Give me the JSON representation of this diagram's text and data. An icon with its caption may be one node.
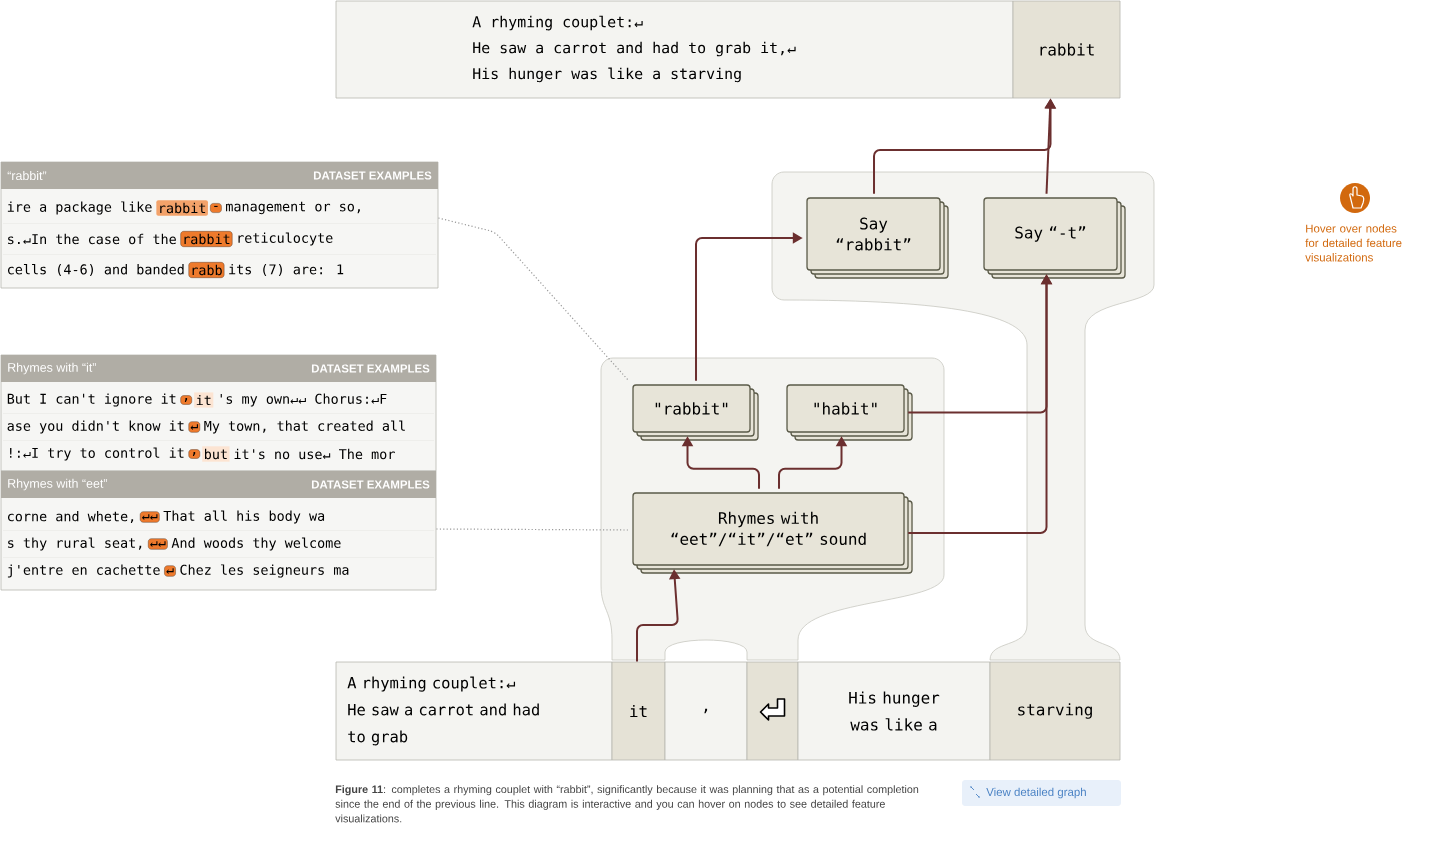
{
  "diagram": {
    "caption": "**Figure 11**: completes a rhyming couplet with “rabbit”, significantly because it was planning that as a potential completion since the end of the previous line.  This diagram is interactive and you can hover on nodes to see detailed feature visualizations.",
    "nodes": [
      {
        "text": [
          "A rhyming couplet:↵",
          "He saw a carrot and had to grab it,↵",
          "His hunger was like a starving"
        ]
      },
      {
        "text": [
          "rabbit"
        ]
      },
      {
        "text": [
          "“rabbit”",
          "DATASET EXAMPLES",
          "ire a package like",
          "rabbit",
          "-",
          "management or so,",
          "s.↵In the case of the",
          "rabbit",
          "reticulocyte",
          "cells (4-6) and banded",
          "rabb",
          "its (7) are: 1"
        ]
      },
      {
        "text": [
          "Rhymes with “it”",
          "DATASET EXAMPLES",
          "But I can't ignore it",
          ",",
          "it",
          "'s my own↵↵ Chorus:↵F",
          "ase you didn't know it",
          "↵",
          "My town, that created all",
          "!:↵I try to control it",
          ",",
          "but",
          "it's no use↵ The mor"
        ]
      },
      {
        "text": [
          "Rhymes with “eet”",
          "DATASET EXAMPLES",
          "corne and whete,",
          "↵↵",
          "That all his body wa",
          "s thy rural seat,",
          "↵↵",
          "And woods thy welcome",
          "j'entre en cachette",
          "↵",
          "Chez les seigneurs ma"
        ]
      },
      {
        "text": [],
        "shape": "box"
      },
      {
        "text": [
          "Say “rabbit”"
        ],
        "in": 5
      },
      {
        "text": [
          "Say “-t”"
        ],
        "in": 5
      },
      {
        "text": [],
        "shape": "box"
      },
      {
        "text": [
          "\"rabbit\""
        ],
        "in": 8
      },
      {
        "text": [
          "\"habit\""
        ],
        "in": 8
      },
      {
        "text": [
          "Rhymes with “eet”/“it”/“et” sound"
        ],
        "in": 8
      },
      {
        "text": [
          "A rhyming couplet:↵",
          "He saw a carrot and had to grab"
        ]
      },
      {
        "text": [
          "it"
        ]
      },
      {
        "text": [
          ","
        ]
      },
      {
        "text": [],
        "shape": "box"
      },
      {
        "text": [
          "His hunger was like a"
        ]
      },
      {
        "text": [
          "starving"
        ]
      }
    ],
    "edges": [
      {
        "from": 6,
        "to": 1,
        "arrow": "to"
      },
      {
        "from": 7,
        "to": 1,
        "arrow": "to"
      },
      {
        "from": 9,
        "to": 6,
        "arrow": "to"
      },
      {
        "from": 10,
        "to": 7,
        "arrow": "to"
      },
      {
        "from": 11,
        "to": 7,
        "arrow": "to"
      },
      {
        "from": 11,
        "to": 9,
        "arrow": "to"
      },
      {
        "from": 11,
        "to": 10,
        "arrow": "to"
      },
      {
        "from": 13,
        "to": 11,
        "arrow": "to"
      },
      {
        "from": 2,
        "to": 9,
        "arrow": "none",
        "style": "dashed",
        "color": "#9a9a9a"
      },
      {
        "from": 4,
        "to": 11,
        "arrow": "none",
        "style": "dashed",
        "color": "#9a9a9a"
      }
    ],
    "labels": [
      "Hover over nodes for detailed feature visualizations",
      "View detailed graph"
    ]
  }
}
